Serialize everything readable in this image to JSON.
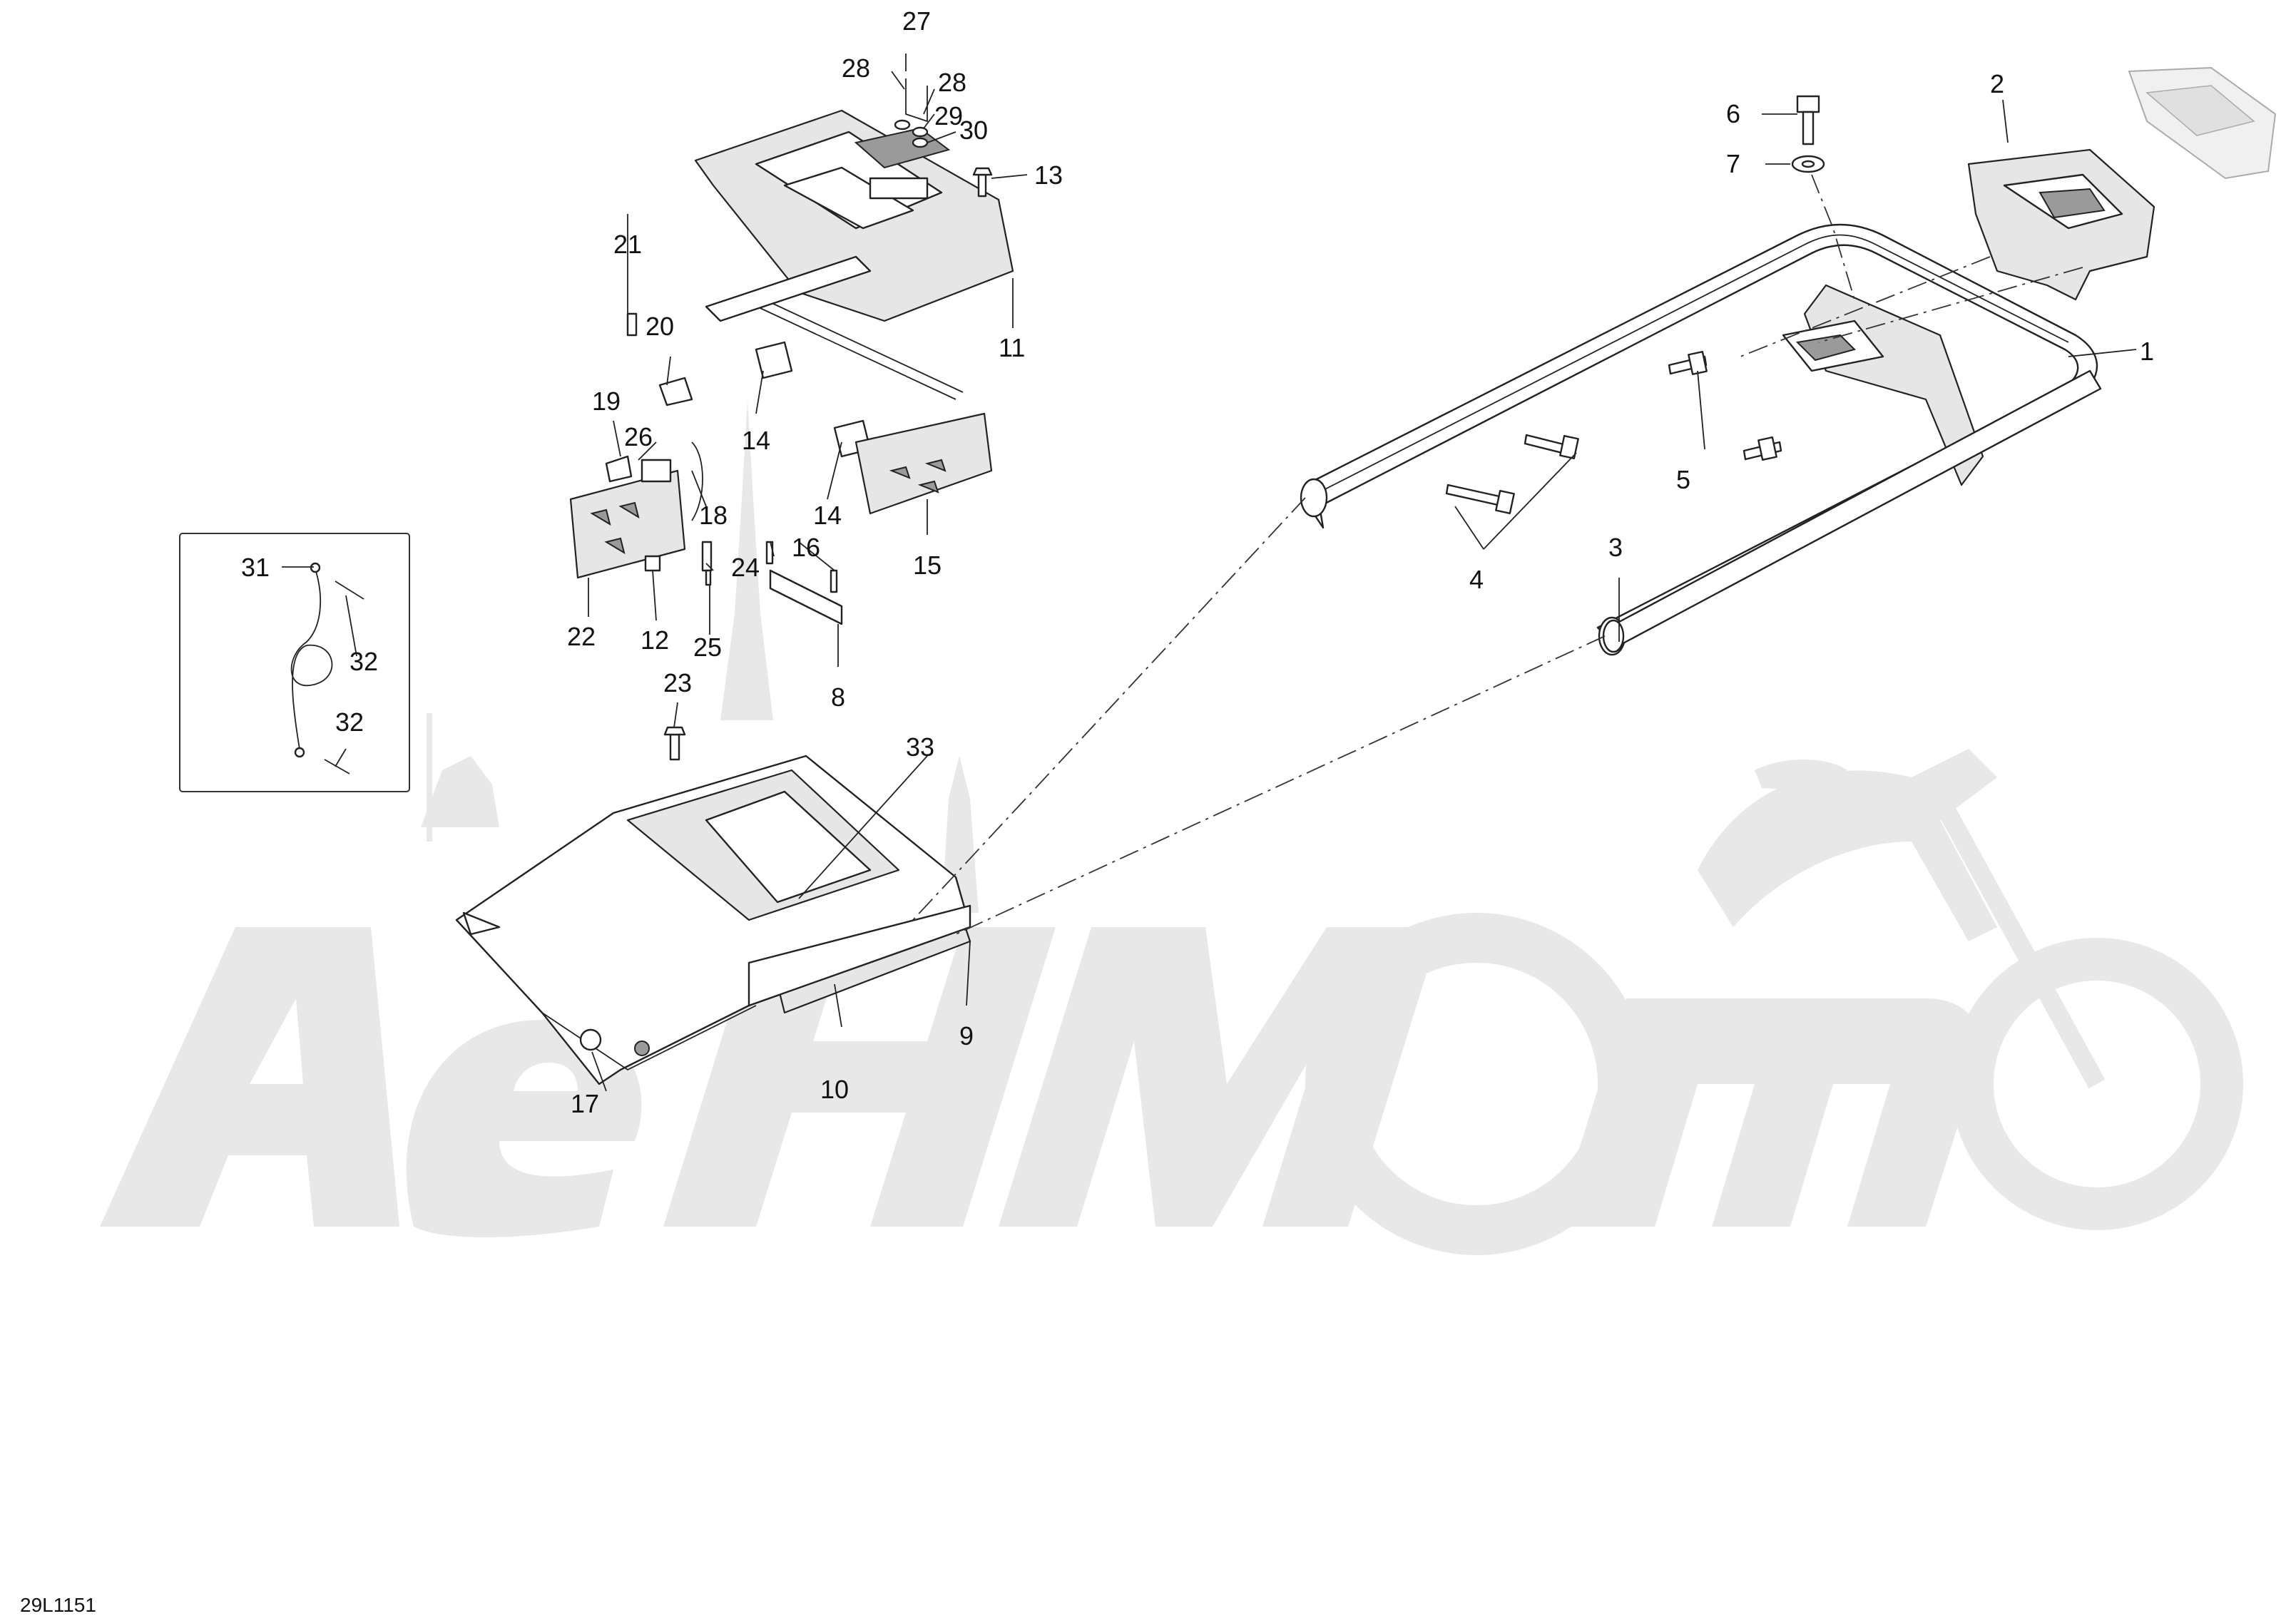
{
  "diagram": {
    "reference_code": "29L1151",
    "watermark_text": "AeHMom",
    "callouts": [
      {
        "id": "c1",
        "label": "1"
      },
      {
        "id": "c2",
        "label": "2"
      },
      {
        "id": "c3",
        "label": "3"
      },
      {
        "id": "c4",
        "label": "4"
      },
      {
        "id": "c5",
        "label": "5"
      },
      {
        "id": "c6",
        "label": "6"
      },
      {
        "id": "c7",
        "label": "7"
      },
      {
        "id": "c8",
        "label": "8"
      },
      {
        "id": "c9",
        "label": "9"
      },
      {
        "id": "c10",
        "label": "10"
      },
      {
        "id": "c11",
        "label": "11"
      },
      {
        "id": "c12",
        "label": "12"
      },
      {
        "id": "c13",
        "label": "13"
      },
      {
        "id": "c14a",
        "label": "14"
      },
      {
        "id": "c14b",
        "label": "14"
      },
      {
        "id": "c15",
        "label": "15"
      },
      {
        "id": "c16",
        "label": "16"
      },
      {
        "id": "c17",
        "label": "17"
      },
      {
        "id": "c18",
        "label": "18"
      },
      {
        "id": "c19",
        "label": "19"
      },
      {
        "id": "c20",
        "label": "20"
      },
      {
        "id": "c21",
        "label": "21"
      },
      {
        "id": "c22",
        "label": "22"
      },
      {
        "id": "c23",
        "label": "23"
      },
      {
        "id": "c24",
        "label": "24"
      },
      {
        "id": "c25",
        "label": "25"
      },
      {
        "id": "c26",
        "label": "26"
      },
      {
        "id": "c27",
        "label": "27"
      },
      {
        "id": "c28a",
        "label": "28"
      },
      {
        "id": "c28b",
        "label": "28"
      },
      {
        "id": "c29",
        "label": "29"
      },
      {
        "id": "c30",
        "label": "30"
      },
      {
        "id": "c31",
        "label": "31"
      },
      {
        "id": "c32a",
        "label": "32"
      },
      {
        "id": "c32b",
        "label": "32"
      },
      {
        "id": "c33",
        "label": "33"
      }
    ]
  }
}
